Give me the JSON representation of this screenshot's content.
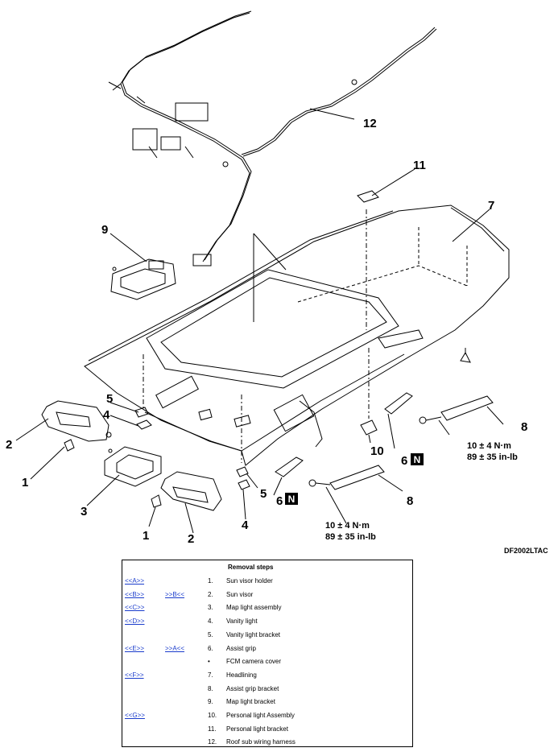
{
  "diagram": {
    "code": "DF2002LTAC",
    "callouts": {
      "c1a": "1",
      "c1b": "1",
      "c2a": "2",
      "c2b": "2",
      "c3": "3",
      "c4a": "4",
      "c4b": "4",
      "c5a": "5",
      "c5b": "5",
      "c6a": "6",
      "c6b": "6",
      "c7": "7",
      "c8a": "8",
      "c8b": "8",
      "c9": "9",
      "c10": "10",
      "c11": "11",
      "c12": "12"
    },
    "n_badge": "N",
    "torque_nm": "10 ± 4 N·m",
    "torque_inlb": "89 ± 35 in-lb"
  },
  "removal": {
    "heading": "Removal steps",
    "steps": [
      {
        "ref1": "<<A>>",
        "ref2": "",
        "num": "1.",
        "label": "Sun visor holder"
      },
      {
        "ref1": "<<B>>",
        "ref2": ">>B<<",
        "num": "2.",
        "label": "Sun visor"
      },
      {
        "ref1": "<<C>>",
        "ref2": "",
        "num": "3.",
        "label": "Map light assembly"
      },
      {
        "ref1": "<<D>>",
        "ref2": "",
        "num": "4.",
        "label": "Vanity light"
      },
      {
        "ref1": "",
        "ref2": "",
        "num": "5.",
        "label": "Vanity light bracket"
      },
      {
        "ref1": "<<E>>",
        "ref2": ">>A<<",
        "num": "6.",
        "label": "Assist grip"
      },
      {
        "ref1": "",
        "ref2": "",
        "num": "•",
        "label": "FCM camera cover"
      },
      {
        "ref1": "<<F>>",
        "ref2": "",
        "num": "7.",
        "label": "Headlining"
      },
      {
        "ref1": "",
        "ref2": "",
        "num": "8.",
        "label": "Assist grip bracket"
      },
      {
        "ref1": "",
        "ref2": "",
        "num": "9.",
        "label": "Map light bracket"
      },
      {
        "ref1": "<<G>>",
        "ref2": "",
        "num": "10.",
        "label": "Personal light Assembly"
      },
      {
        "ref1": "",
        "ref2": "",
        "num": "11.",
        "label": "Personal light bracket"
      },
      {
        "ref1": "",
        "ref2": "",
        "num": "12.",
        "label": "Roof sub wiring harness"
      }
    ]
  }
}
